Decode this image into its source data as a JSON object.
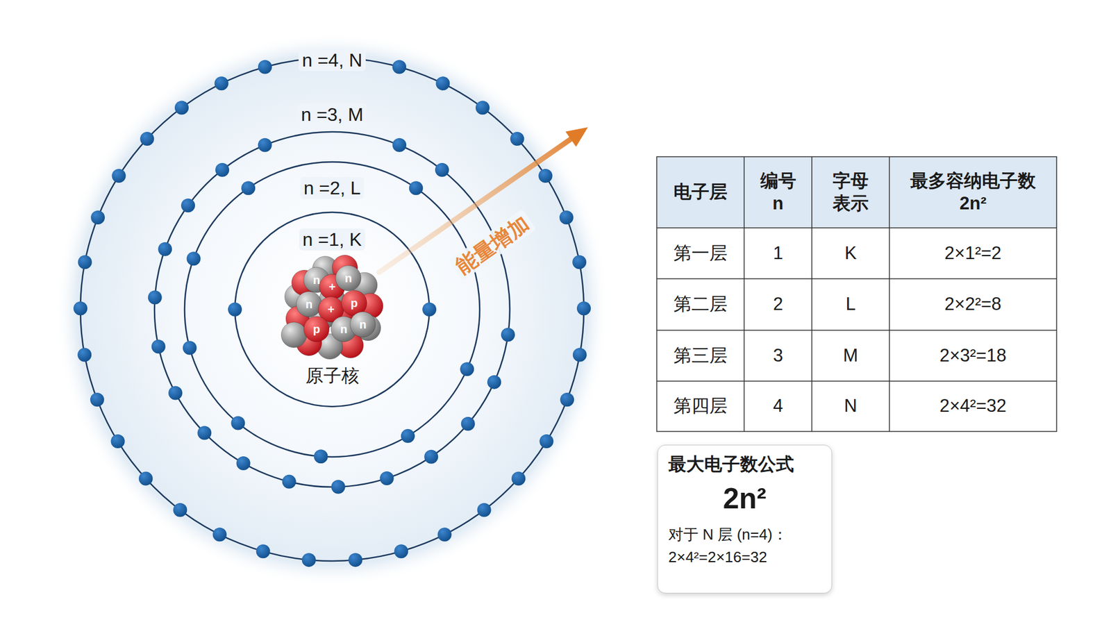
{
  "diagram": {
    "nodes": [
      {
        "text": [
          "最大电子数公式",
          "2n²",
          "对于 N 层 (n=4)：",
          "2×4²=2×16=32"
        ]
      }
    ],
    "labels": [
      "n =4, N",
      "n =3, M",
      "n =2, L",
      "n =1, K",
      "能量增加",
      "n",
      "+",
      "n",
      "n",
      "+",
      "p",
      "p",
      "n",
      "n",
      "原子核",
      "电子层",
      "编号 n",
      "字母 表示",
      "最多容纳电子数 2n²",
      "第一层",
      "1",
      "K",
      "2×1²=2",
      "第二层",
      "2",
      "L",
      "2×2²=8",
      "第三层",
      "3",
      "M",
      "2×3²=18",
      "第四层",
      "4",
      "N",
      "2×4²=32"
    ]
  }
}
